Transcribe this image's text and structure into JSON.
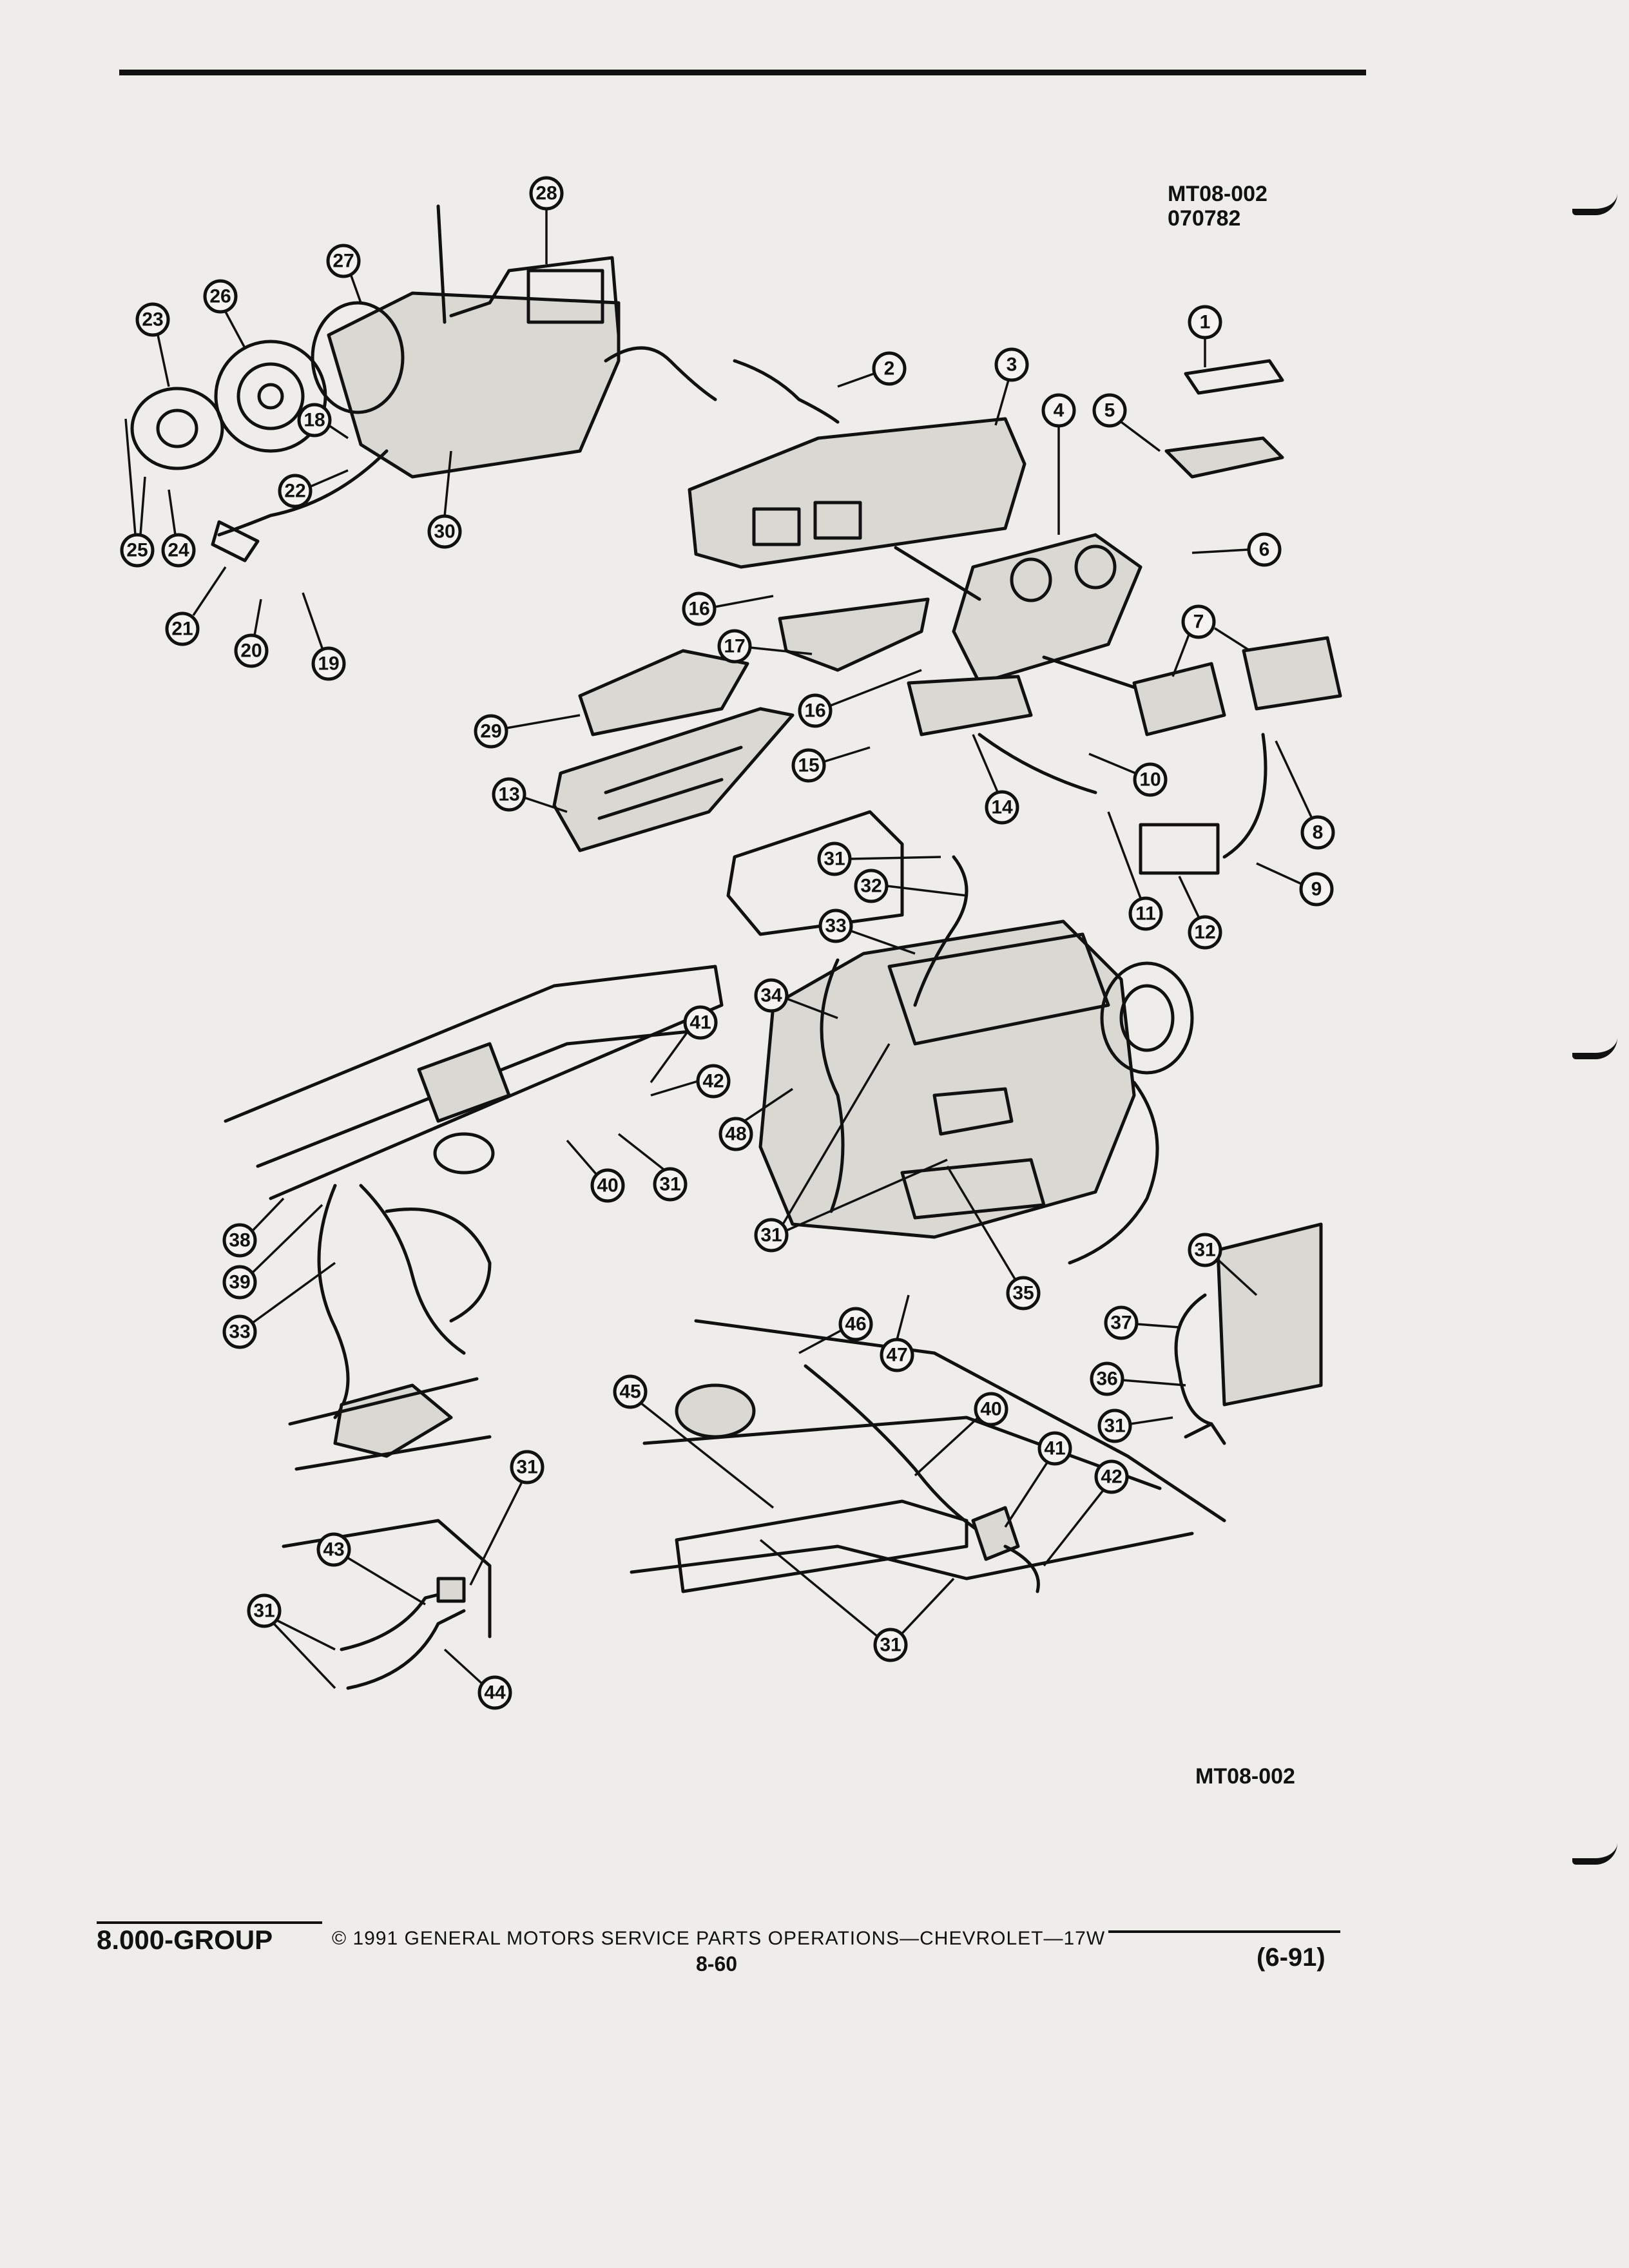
{
  "header": {
    "ref_code": "MT08-002",
    "date_code": "070782"
  },
  "figure": {
    "ref_code_bottom": "MT08-002",
    "callouts": [
      "1",
      "2",
      "3",
      "4",
      "5",
      "6",
      "7",
      "8",
      "9",
      "10",
      "11",
      "12",
      "13",
      "14",
      "15",
      "16",
      "17",
      "18",
      "19",
      "20",
      "21",
      "22",
      "23",
      "24",
      "25",
      "26",
      "27",
      "28",
      "29",
      "30",
      "31",
      "32",
      "33",
      "34",
      "35",
      "36",
      "37",
      "38",
      "39",
      "40",
      "41",
      "42",
      "43",
      "44",
      "45",
      "46",
      "47",
      "48"
    ]
  },
  "footer": {
    "group": "8.000-GROUP",
    "copyright": "© 1991 GENERAL MOTORS SERVICE PARTS OPERATIONS—CHEVROLET—17W",
    "page_number": "8-60",
    "revision_date": "(6-91)"
  }
}
